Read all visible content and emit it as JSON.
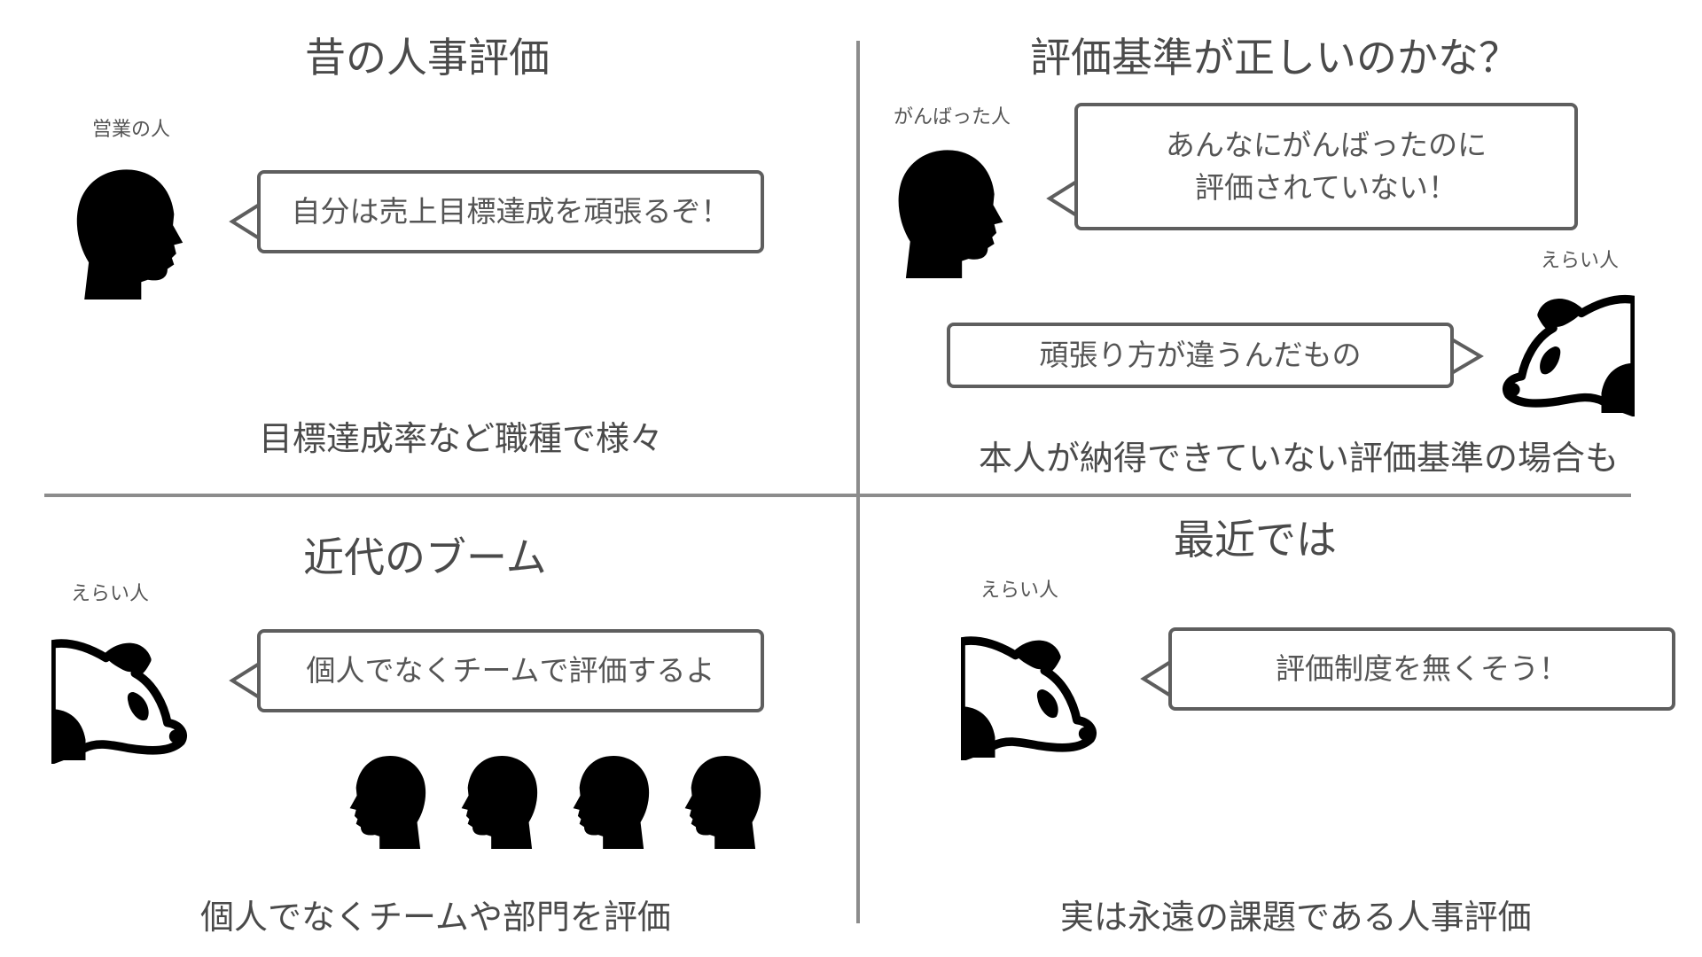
{
  "colors": {
    "text": "#4a4a4a",
    "line": "#8c8c8c",
    "bubble_border": "#5e5e5e",
    "figure": "#000000"
  },
  "q1": {
    "title": "昔の人事評価",
    "person_label": "営業の人",
    "bubble": "自分は売上目標達成を頑張るぞ！",
    "caption": "目標達成率など職種で様々",
    "icons": [
      "head-silhouette-icon"
    ]
  },
  "q2": {
    "title": "評価基準が正しいのかな？",
    "person_label": "がんばった人",
    "bubble_person": "あんなにがんばったのに\n評価されていない！",
    "boss_label": "えらい人",
    "bubble_boss": "頑張り方が違うんだもの",
    "caption": "本人が納得できていない評価基準の場合も",
    "icons": [
      "head-silhouette-icon",
      "panda-icon"
    ]
  },
  "q3": {
    "title": "近代のブーム",
    "boss_label": "えらい人",
    "bubble": "個人でなくチームで評価するよ",
    "caption": "個人でなくチームや部門を評価",
    "icons": [
      "panda-icon",
      "team-heads-icon"
    ]
  },
  "q4": {
    "title": "最近では",
    "boss_label": "えらい人",
    "bubble": "評価制度を無くそう！",
    "caption": "実は永遠の課題である人事評価",
    "icons": [
      "panda-icon"
    ]
  }
}
